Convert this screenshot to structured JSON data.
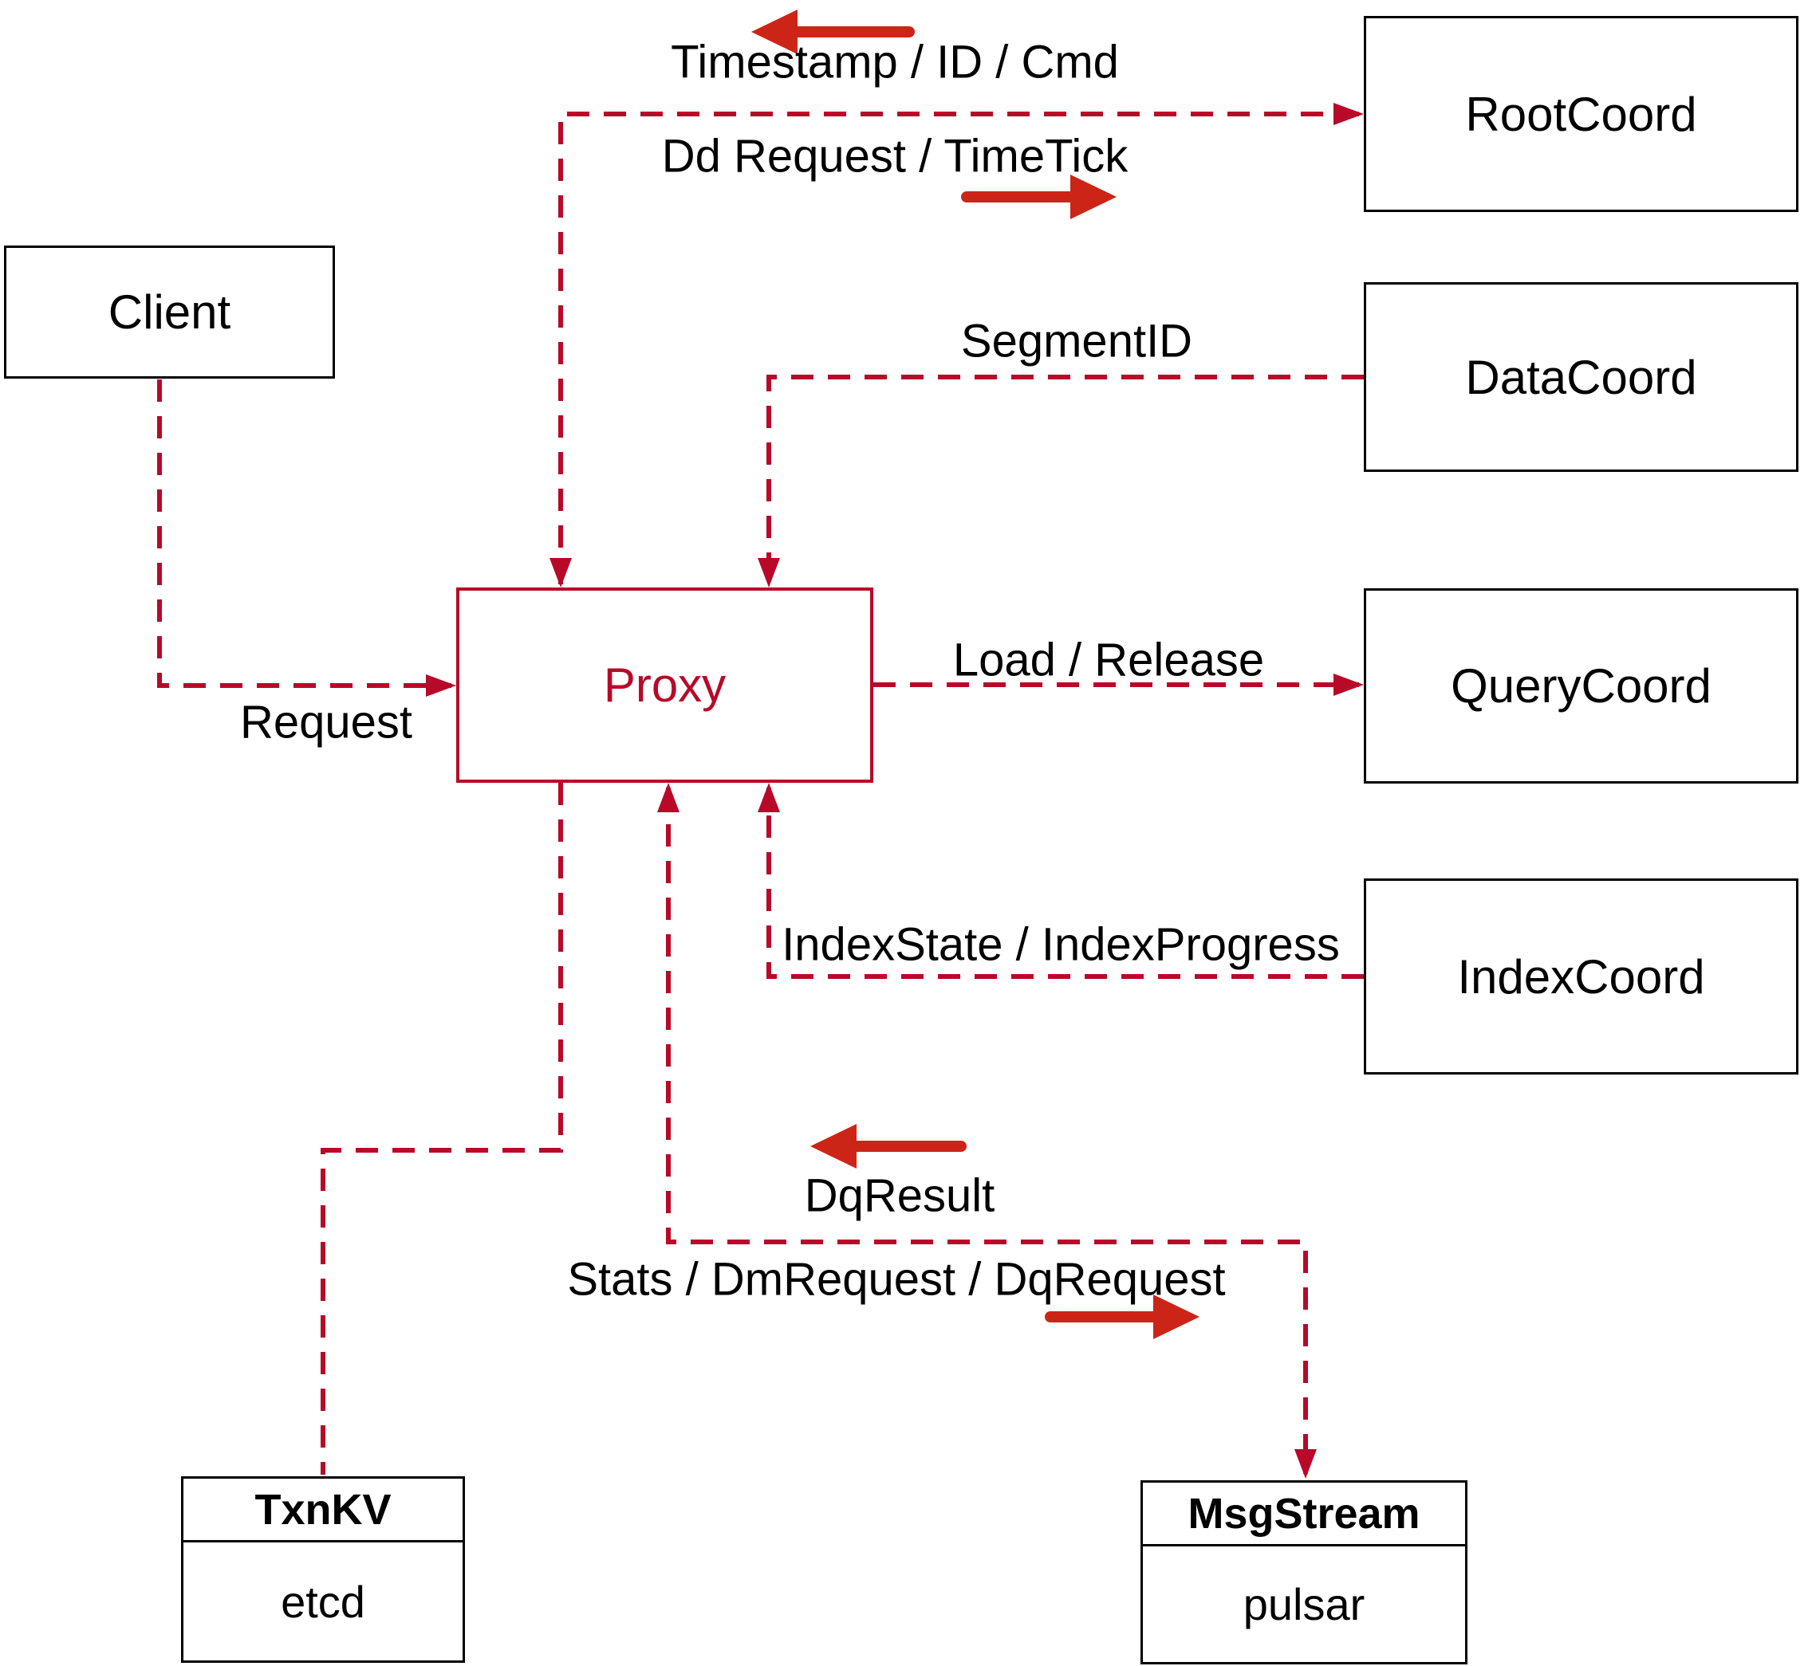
{
  "nodes": {
    "client": {
      "label": "Client"
    },
    "proxy": {
      "label": "Proxy"
    },
    "root_coord": {
      "label": "RootCoord"
    },
    "data_coord": {
      "label": "DataCoord"
    },
    "query_coord": {
      "label": "QueryCoord"
    },
    "index_coord": {
      "label": "IndexCoord"
    },
    "txn_kv": {
      "title": "TxnKV",
      "subtitle": "etcd"
    },
    "msg_stream": {
      "title": "MsgStream",
      "subtitle": "pulsar"
    }
  },
  "edges": {
    "root_coord_proxy": {
      "label_to_proxy": "Timestamp / ID / Cmd",
      "label_to_root_coord": "Dd Request / TimeTick"
    },
    "data_coord_proxy": {
      "label": "SegmentID"
    },
    "client_proxy": {
      "label": "Request"
    },
    "proxy_query_coord": {
      "label": "Load / Release"
    },
    "index_coord_proxy": {
      "label": "IndexState / IndexProgress"
    },
    "proxy_msg_stream": {
      "label_to_proxy": "DqResult",
      "label_to_msg_stream": "Stats / DmRequest / DqRequest"
    }
  },
  "icons": {
    "solid_left_arrow": "left-arrow",
    "solid_right_arrow": "right-arrow",
    "dashed_arrowhead": "triangle"
  },
  "colors": {
    "connector": "#b80929",
    "solid_arrow": "#cc2517",
    "node_border": "#000000",
    "proxy_accent": "#b80929",
    "text": "#000000",
    "background": "#ffffff"
  }
}
